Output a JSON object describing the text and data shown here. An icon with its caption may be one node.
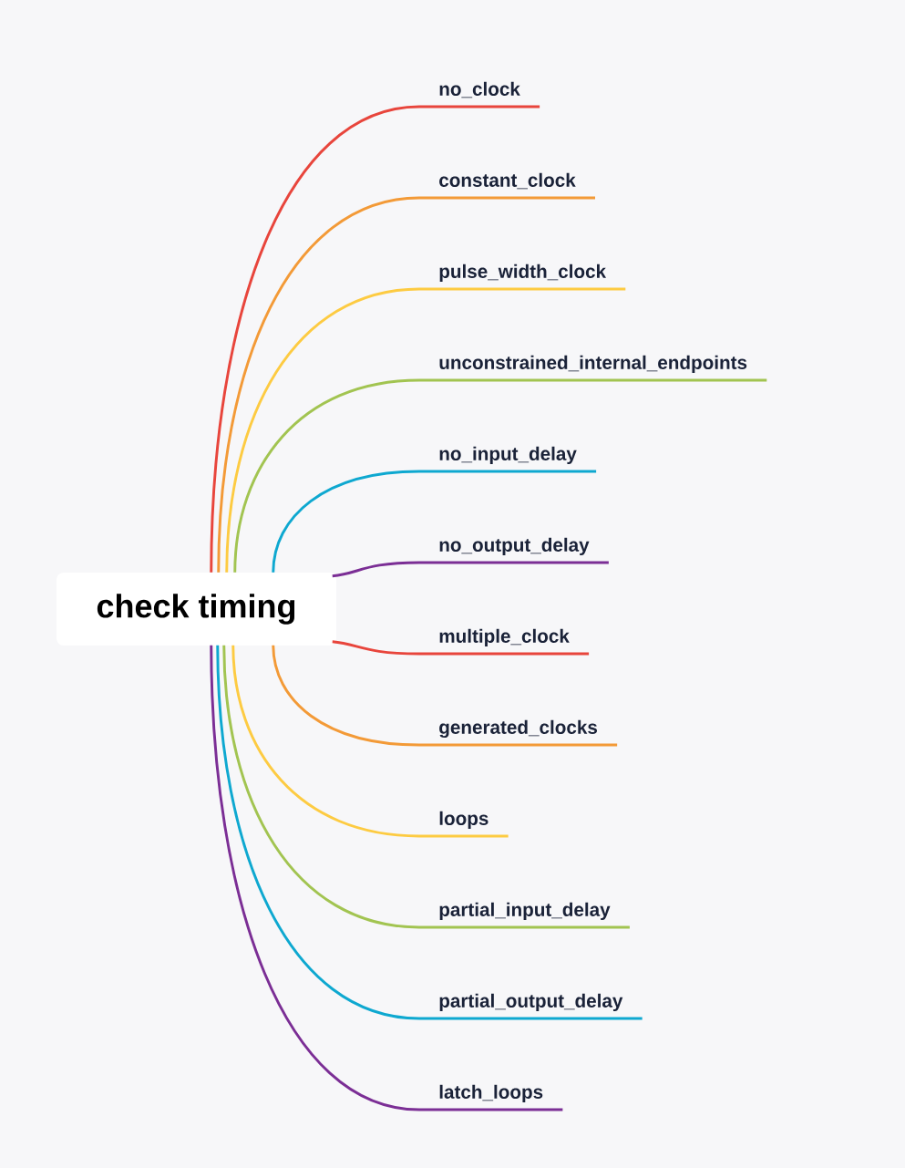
{
  "diagram": {
    "nodes": [
      {
        "text": [
          "check timing"
        ]
      },
      {
        "text": [
          "no_clock"
        ]
      },
      {
        "text": [
          "constant_clock"
        ]
      },
      {
        "text": [
          "pulse_width_clock"
        ]
      },
      {
        "text": [
          "unconstrained_internal_endpoints"
        ]
      },
      {
        "text": [
          "no_input_delay"
        ]
      },
      {
        "text": [
          "no_output_delay"
        ]
      },
      {
        "text": [
          "multiple_clock"
        ]
      },
      {
        "text": [
          "generated_clocks"
        ]
      },
      {
        "text": [
          "loops"
        ]
      },
      {
        "text": [
          "partial_input_delay"
        ]
      },
      {
        "text": [
          "partial_output_delay"
        ]
      },
      {
        "text": [
          "latch_loops"
        ]
      }
    ],
    "edges": [
      {
        "from": 0,
        "to": 1,
        "arrow": "none",
        "color": "#e8453c"
      },
      {
        "from": 0,
        "to": 2,
        "arrow": "none",
        "color": "#f39a37"
      },
      {
        "from": 0,
        "to": 3,
        "arrow": "none",
        "color": "#fdcb42"
      },
      {
        "from": 0,
        "to": 4,
        "arrow": "none",
        "color": "#a2c451"
      },
      {
        "from": 0,
        "to": 5,
        "arrow": "none",
        "color": "#0ea8d0"
      },
      {
        "from": 0,
        "to": 6,
        "arrow": "none",
        "color": "#7b2e95"
      },
      {
        "from": 0,
        "to": 7,
        "arrow": "none",
        "color": "#e8453c"
      },
      {
        "from": 0,
        "to": 8,
        "arrow": "none",
        "color": "#f39a37"
      },
      {
        "from": 0,
        "to": 9,
        "arrow": "none",
        "color": "#fdcb42"
      },
      {
        "from": 0,
        "to": 10,
        "arrow": "none",
        "color": "#a2c451"
      },
      {
        "from": 0,
        "to": 11,
        "arrow": "none",
        "color": "#0ea8d0"
      },
      {
        "from": 0,
        "to": 12,
        "arrow": "none",
        "color": "#7b2e95"
      }
    ]
  }
}
